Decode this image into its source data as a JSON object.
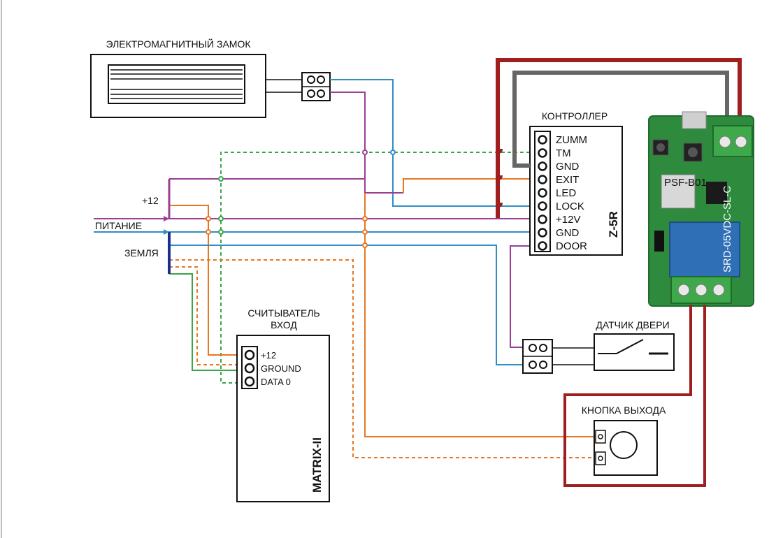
{
  "lock": {
    "title": "ЭЛЕКТРОМАГНИТНЫЙ ЗАМОК"
  },
  "controller": {
    "title": "КОНТРОЛЛЕР",
    "model": "Z-5R",
    "pins": [
      "ZUMM",
      "TM",
      "GND",
      "EXIT",
      "LED",
      "LOCK",
      "+12V",
      "GND",
      "DOOR"
    ]
  },
  "power": {
    "plus12": "+12",
    "supply": "ПИТАНИЕ",
    "ground": "ЗЕМЛЯ"
  },
  "reader": {
    "title_line1": "СЧИТЫВАТЕЛЬ",
    "title_line2": "ВХОД",
    "model": "MATRIX-II",
    "pins": [
      "+12",
      "GROUND",
      "DATA 0"
    ]
  },
  "door_sensor": {
    "title": "ДАТЧИК ДВЕРИ"
  },
  "exit_button": {
    "title": "КНОПКА ВЫХОДА"
  },
  "relay_board": {
    "chip_label": "PSF-B01",
    "relay_label": "SRD-05VDC-SL-C"
  },
  "colors": {
    "purple": "#9b3f95",
    "blue": "#2f8fc4",
    "orange": "#e87722",
    "green": "#3aa54a",
    "dark_red": "#a01e1e",
    "gray": "#666666",
    "pcb": "#2e8b3e"
  }
}
